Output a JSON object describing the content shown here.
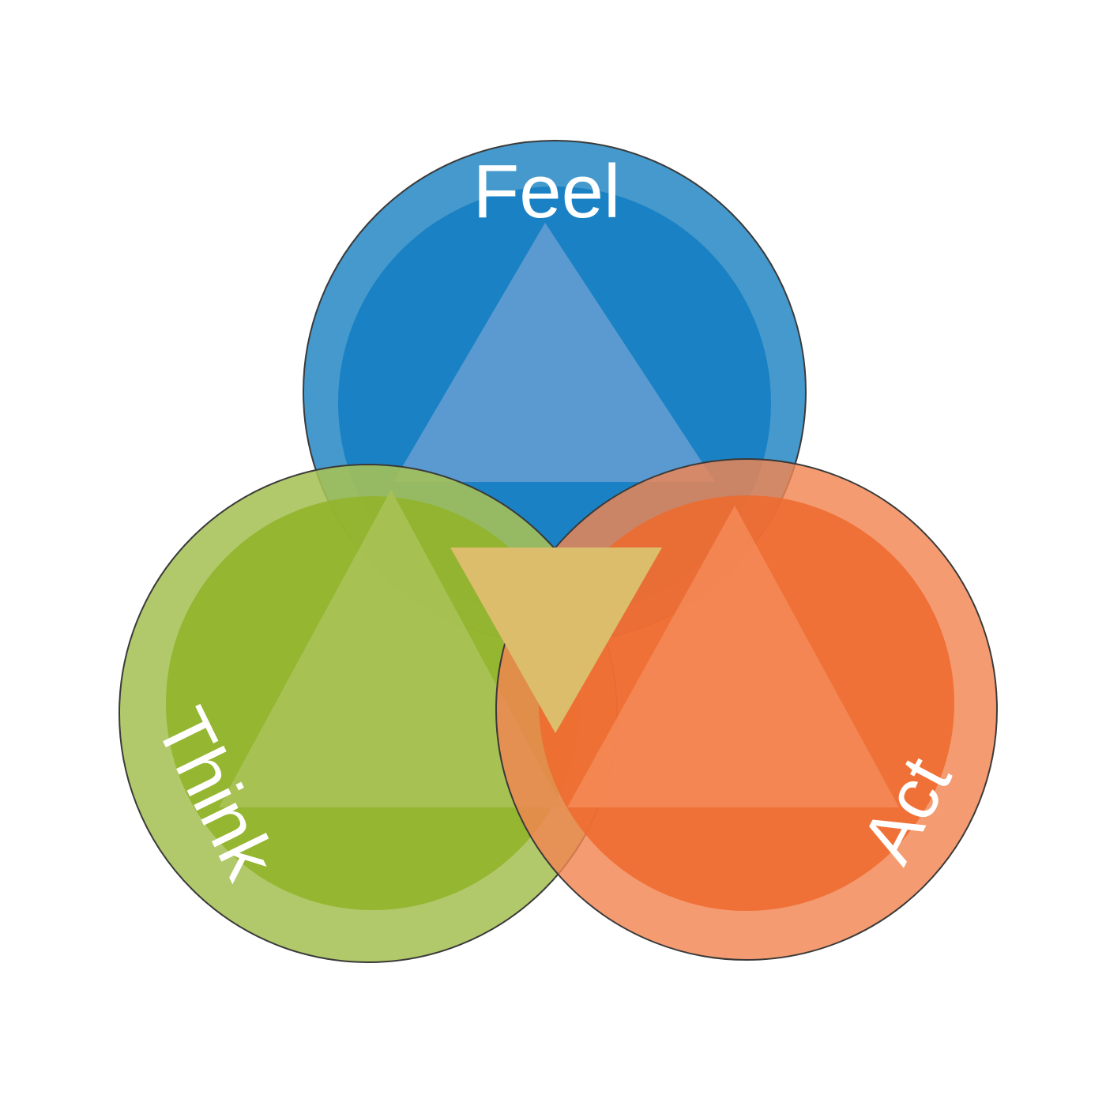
{
  "diagram": {
    "labels": {
      "feel": "Feel",
      "think": "Think",
      "act": "Act"
    },
    "colors": {
      "background": "#ffffff",
      "blue_outer": "#4599cc",
      "blue_inner": "#1a82c4",
      "blue_triangle": "#5a9ad0",
      "green_outer": "#a6c155",
      "green_inner": "#92b42b",
      "green_triangle": "#a8c256",
      "orange_outer": "#f28552",
      "orange_inner": "#ee6a2e",
      "orange_triangle": "#f38a57",
      "center_triangle": "#dbbd6b",
      "outline": "#3a3a3a",
      "label_text": "#ffffff"
    }
  }
}
